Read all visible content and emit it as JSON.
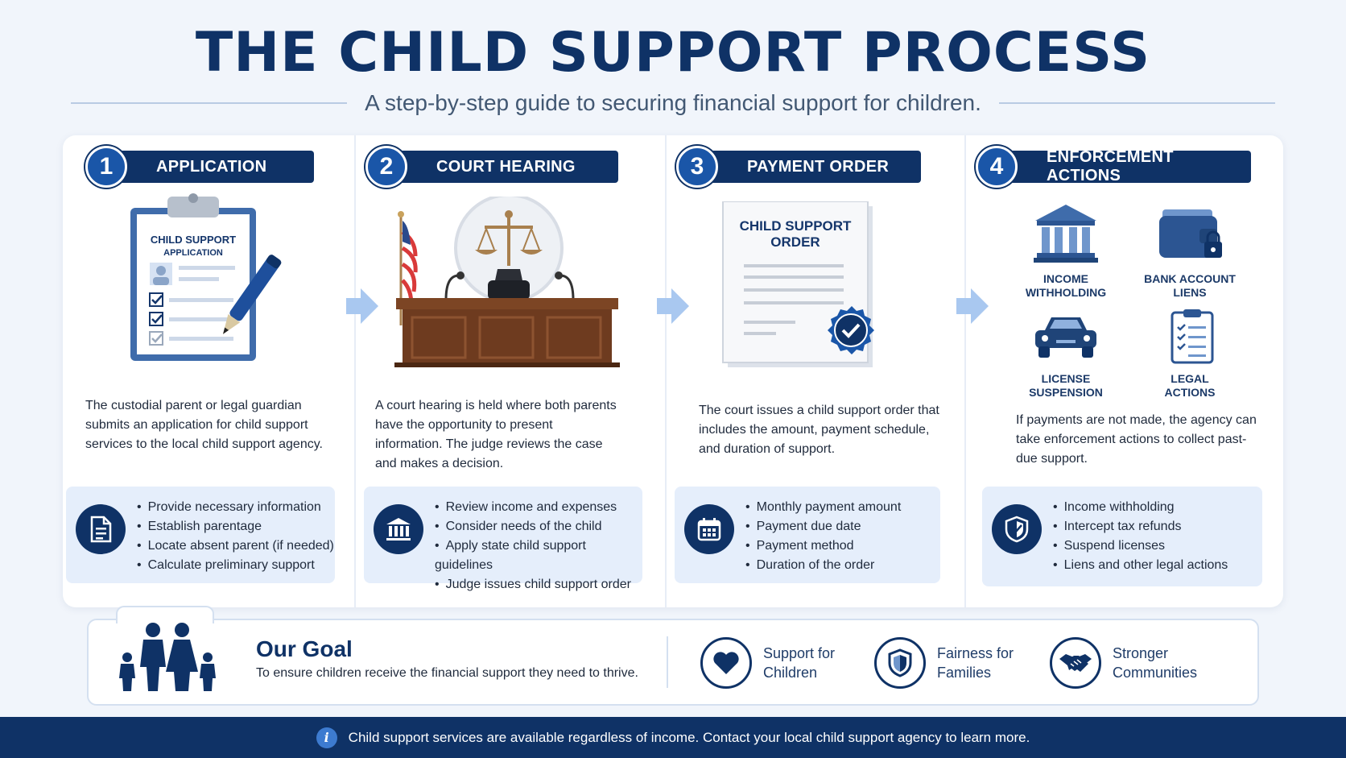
{
  "header": {
    "title": "THE CHILD SUPPORT PROCESS",
    "subtitle": "A step-by-step guide to securing financial support for children."
  },
  "steps": [
    {
      "number": "1",
      "title": "APPLICATION",
      "illustration_text": [
        "CHILD SUPPORT",
        "APPLICATION"
      ],
      "description": "The custodial parent or legal guardian submits an application for child support services to the local child support agency.",
      "bullet_icon": "document-icon",
      "bullets": [
        "Provide necessary information",
        "Establish parentage",
        "Locate absent parent (if needed)",
        "Calculate preliminary support"
      ]
    },
    {
      "number": "2",
      "title": "COURT HEARING",
      "description": "A court hearing is held where both parents have the opportunity to present information. The judge reviews the case and makes a decision.",
      "bullet_icon": "courthouse-icon",
      "bullets": [
        "Review income and expenses",
        "Consider needs of the child",
        "Apply state child support guidelines",
        "Judge issues child support order"
      ]
    },
    {
      "number": "3",
      "title": "PAYMENT ORDER",
      "illustration_text": [
        "CHILD SUPPORT",
        "ORDER"
      ],
      "description": "The court issues a child support order that includes the amount, payment schedule, and duration of support.",
      "bullet_icon": "calendar-icon",
      "bullets": [
        "Monthly payment amount",
        "Payment due date",
        "Payment method",
        "Duration of the order"
      ]
    },
    {
      "number": "4",
      "title": "ENFORCEMENT ACTIONS",
      "actions": [
        {
          "label": [
            "INCOME",
            "WITHHOLDING"
          ],
          "icon": "bank-icon"
        },
        {
          "label": [
            "BANK ACCOUNT",
            "LIENS"
          ],
          "icon": "wallet-lock-icon"
        },
        {
          "label": [
            "LICENSE",
            "SUSPENSION"
          ],
          "icon": "car-icon"
        },
        {
          "label": [
            "LEGAL",
            "ACTIONS"
          ],
          "icon": "checklist-icon"
        }
      ],
      "description": "If payments are not made, the agency can take enforcement actions to collect past-due support.",
      "bullet_icon": "shield-icon",
      "bullets": [
        "Income withholding",
        "Intercept tax refunds",
        "Suspend licenses",
        "Liens and other legal actions"
      ]
    }
  ],
  "goal": {
    "title": "Our Goal",
    "text": "To ensure children receive the financial support they need to thrive.",
    "icon": "family-icon",
    "values": [
      {
        "label": [
          "Support for",
          "Children"
        ],
        "icon": "heart-icon"
      },
      {
        "label": [
          "Fairness for",
          "Families"
        ],
        "icon": "shield-icon"
      },
      {
        "label": [
          "Stronger",
          "Communities"
        ],
        "icon": "handshake-icon"
      }
    ]
  },
  "footer": {
    "icon": "info-icon",
    "text": "Child support services are available regardless of income. Contact your local child support agency to learn more."
  },
  "colors": {
    "navy": "#0f3266",
    "blue": "#1a56a8",
    "light_blue": "#e5eefb",
    "background": "#f1f5fb"
  }
}
